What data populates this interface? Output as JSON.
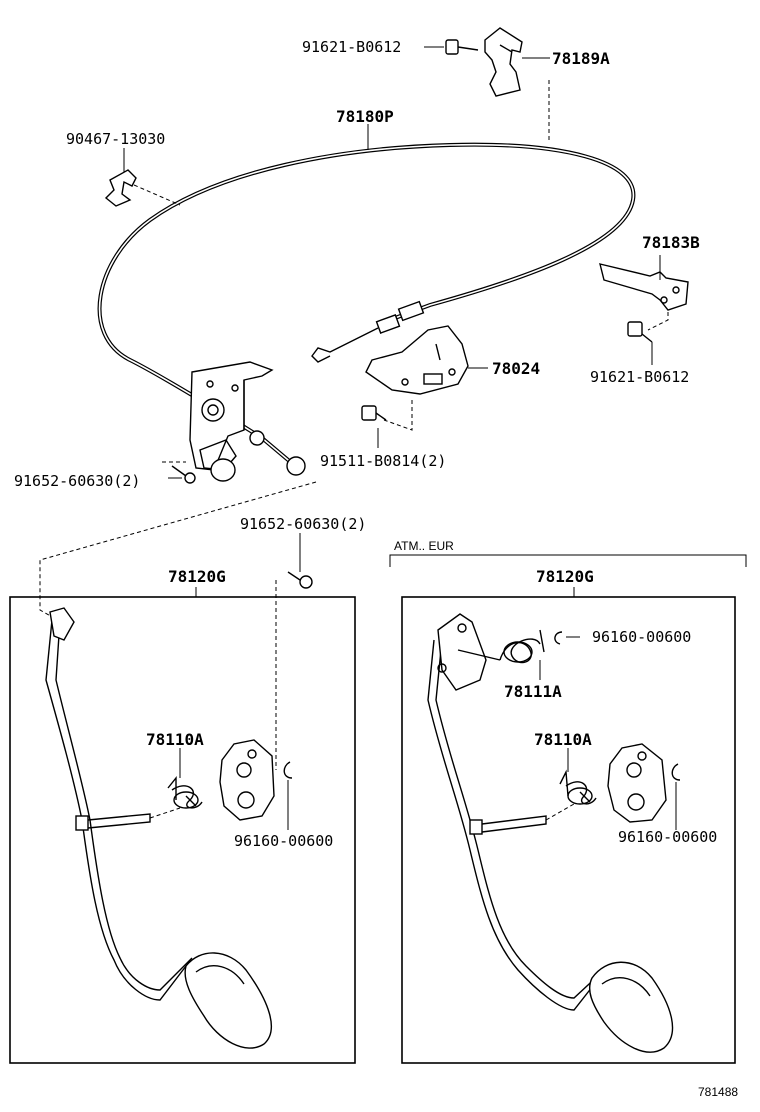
{
  "diagram": {
    "figure_number": "781488",
    "variant_label": "ATM.. EUR",
    "parts": {
      "p_91621_top": "91621-B0612",
      "p_78189A": "78189A",
      "p_78180P": "78180P",
      "p_90467": "90467-13030",
      "p_78183B": "78183B",
      "p_78024": "78024",
      "p_91621_right": "91621-B0612",
      "p_91652_left": "91652-60630(2)",
      "p_91511": "91511-B0814(2)",
      "p_91652_mid": "91652-60630(2)",
      "p_78120G_left": "78120G",
      "p_78120G_right": "78120G",
      "p_78110A_left": "78110A",
      "p_78110A_right": "78110A",
      "p_96160_left": "96160-00600",
      "p_96160_right_top": "96160-00600",
      "p_96160_right_bottom": "96160-00600",
      "p_78111A": "78111A"
    }
  }
}
